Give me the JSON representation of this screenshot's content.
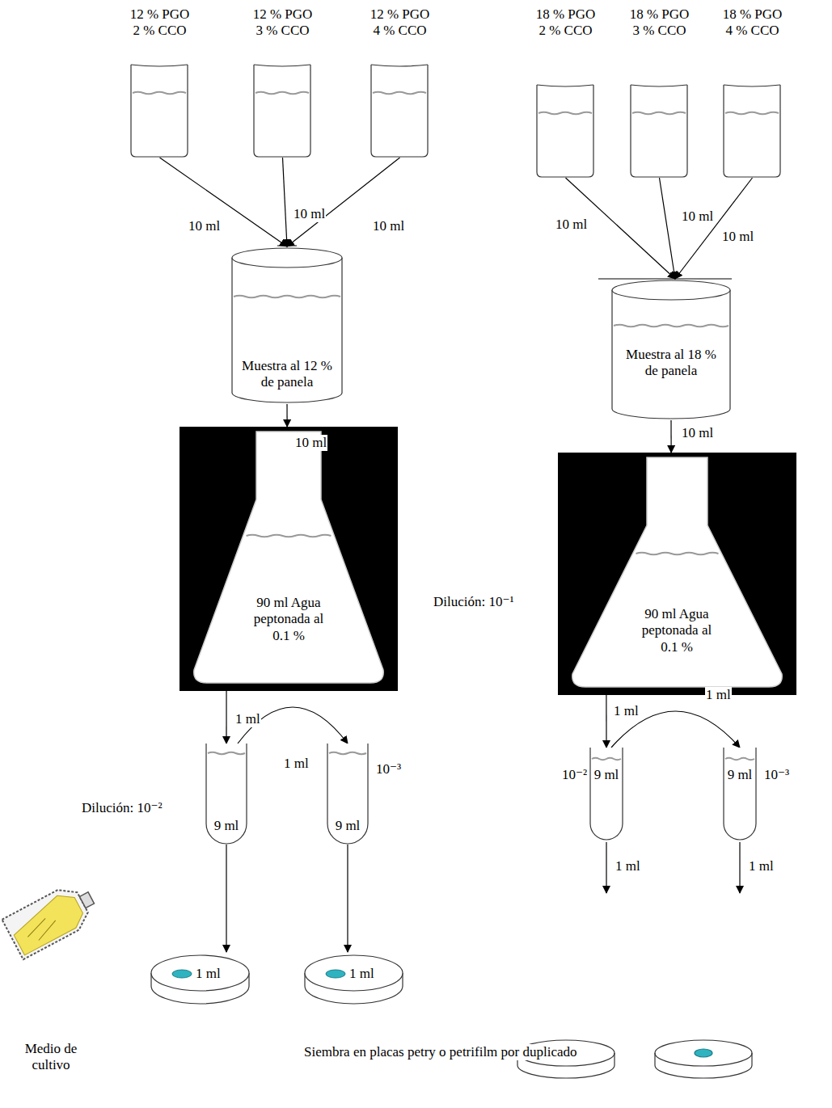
{
  "diagram": {
    "caption": "Siembra en placas petry o petrifilm por duplicado",
    "nodes": [
      {
        "text": [
          "12 % PGO 2 % CCO"
        ]
      },
      {
        "text": [
          "12 % PGO 3 % CCO"
        ]
      },
      {
        "text": [
          "12 % PGO 4 % CCO"
        ]
      },
      {
        "text": [
          "18 % PGO 2 % CCO"
        ]
      },
      {
        "text": [
          "18 % PGO 3 % CCO"
        ]
      },
      {
        "text": [
          "18 % PGO 4 % CCO"
        ]
      },
      {
        "text": [
          "Muestra al 12 % de panela"
        ]
      },
      {
        "text": [
          "Muestra al 18 % de panela"
        ]
      },
      {
        "text": [
          "90 ml Agua peptonada al 0.1 %"
        ]
      },
      {
        "text": [
          "90 ml Agua peptonada al 0.1 %"
        ]
      },
      {
        "text": [
          "9 ml"
        ]
      },
      {
        "text": [
          "9 ml",
          "10⁻³"
        ]
      },
      {
        "text": [
          "10⁻²",
          "9 ml"
        ]
      },
      {
        "text": [
          "9 ml",
          "10⁻³"
        ]
      },
      {
        "text": [
          "1 ml"
        ]
      },
      {
        "text": [
          "1 ml"
        ]
      }
    ],
    "edges": [
      {
        "from": 0,
        "to": 6,
        "label": "10 ml",
        "arrow": "to"
      },
      {
        "from": 1,
        "to": 6,
        "label": "10 ml",
        "arrow": "to"
      },
      {
        "from": 2,
        "to": 6,
        "label": "10 ml",
        "arrow": "to"
      },
      {
        "from": 3,
        "to": 7,
        "label": "10 ml",
        "arrow": "to"
      },
      {
        "from": 4,
        "to": 7,
        "label": "10 ml",
        "arrow": "to"
      },
      {
        "from": 5,
        "to": 7,
        "label": "10 ml",
        "arrow": "to"
      },
      {
        "from": 6,
        "to": 8,
        "label": "10 ml",
        "arrow": "to"
      },
      {
        "from": 7,
        "to": 9,
        "label": "10 ml",
        "arrow": "to"
      },
      {
        "from": 8,
        "to": 10,
        "label": "1 ml",
        "arrow": "to"
      },
      {
        "from": 10,
        "to": 11,
        "label": "1 ml",
        "arrow": "to"
      },
      {
        "from": 9,
        "to": 12,
        "label": "1 ml",
        "arrow": "to"
      },
      {
        "from": 12,
        "to": 13,
        "label": "1 ml",
        "arrow": "to"
      },
      {
        "from": 10,
        "to": 14,
        "arrow": "to"
      },
      {
        "from": 11,
        "to": 15,
        "arrow": "to"
      }
    ],
    "labels": [
      "Dilución: 10⁻¹",
      "Dilución: 10⁻²",
      "1 ml",
      "1 ml",
      "Medio de cultivo"
    ]
  }
}
